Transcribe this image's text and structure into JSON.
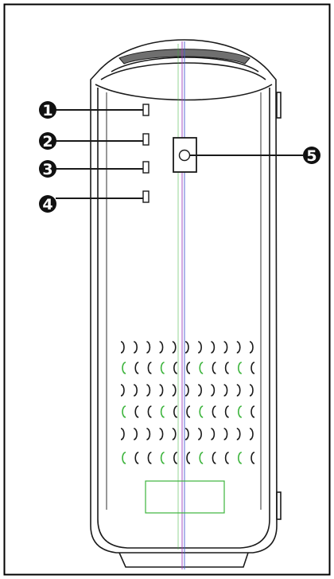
{
  "callouts": [
    {
      "label": "1",
      "target": "indicator-led"
    },
    {
      "label": "2",
      "target": "indicator-led"
    },
    {
      "label": "3",
      "target": "indicator-led"
    },
    {
      "label": "4",
      "target": "indicator-led"
    },
    {
      "label": "5",
      "target": "power-button"
    }
  ],
  "colors": {
    "outline": "#1a1a1a",
    "frame": "#000000",
    "callout_fill": "#111111",
    "callout_text": "#ffffff",
    "top_vent": "#6f6f6f",
    "guide_green": "#3cb43c",
    "guide_blue": "#4a5fd0",
    "guide_purple": "#a040c0"
  }
}
